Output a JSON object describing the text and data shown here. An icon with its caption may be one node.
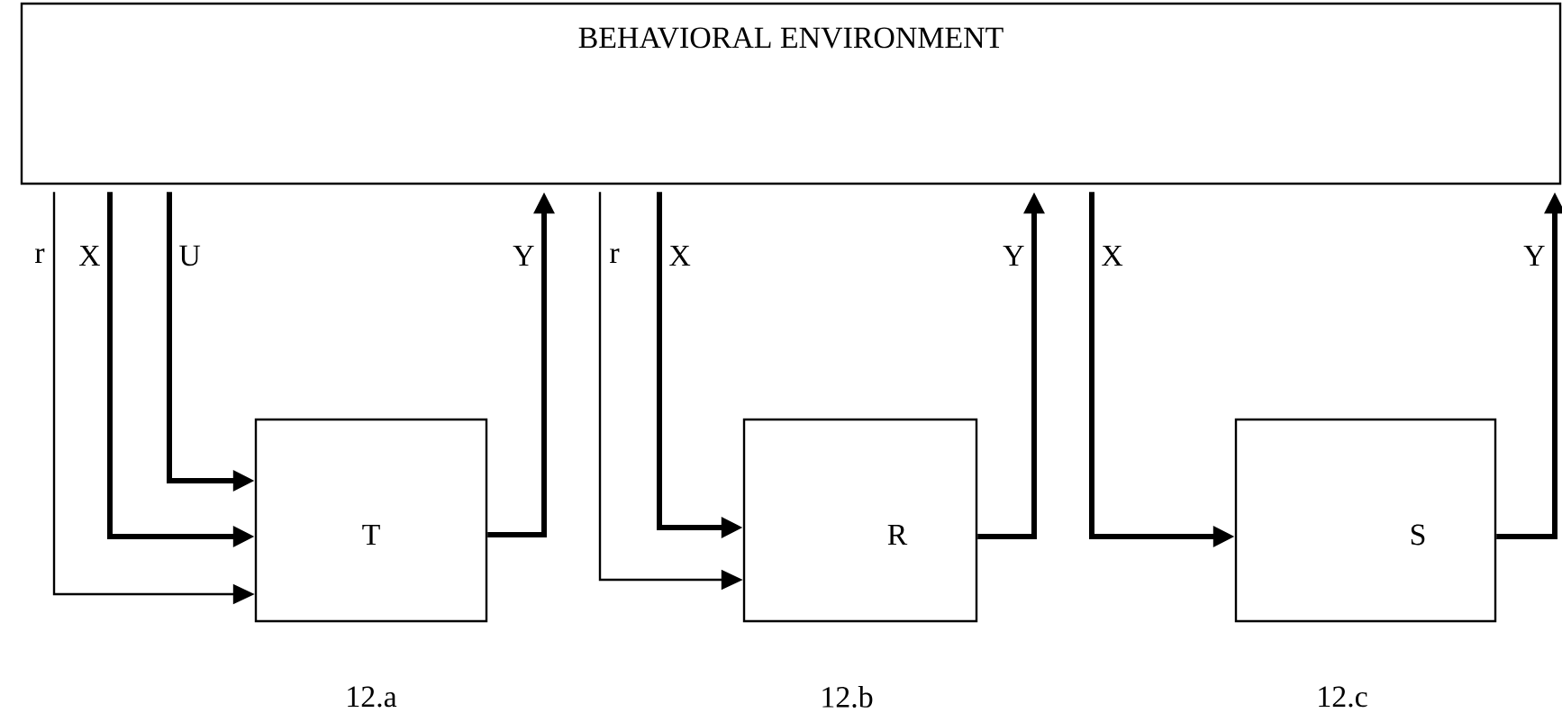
{
  "diagram": {
    "nodes": [
      {
        "text": [
          "BEHAVIORAL ENVIRONMENT"
        ]
      },
      {
        "text": [
          "T"
        ],
        "beside": [
          "12.a"
        ]
      },
      {
        "text": [
          "R"
        ],
        "beside": [
          "12.b"
        ]
      },
      {
        "text": [
          "S"
        ],
        "beside": [
          "12.c"
        ]
      }
    ],
    "edges": [
      {
        "from": 0,
        "to": 1,
        "arrow": "to",
        "label": "r"
      },
      {
        "from": 0,
        "to": 1,
        "arrow": "to",
        "label": "X"
      },
      {
        "from": 0,
        "to": 1,
        "arrow": "to",
        "label": "U"
      },
      {
        "from": 1,
        "to": 0,
        "arrow": "to",
        "label": "Y"
      },
      {
        "from": 0,
        "to": 2,
        "arrow": "to",
        "label": "r"
      },
      {
        "from": 0,
        "to": 2,
        "arrow": "to",
        "label": "X"
      },
      {
        "from": 2,
        "to": 0,
        "arrow": "to",
        "label": "Y"
      },
      {
        "from": 0,
        "to": 3,
        "arrow": "to",
        "label": "X"
      },
      {
        "from": 3,
        "to": 0,
        "arrow": "to",
        "label": "Y"
      }
    ]
  }
}
